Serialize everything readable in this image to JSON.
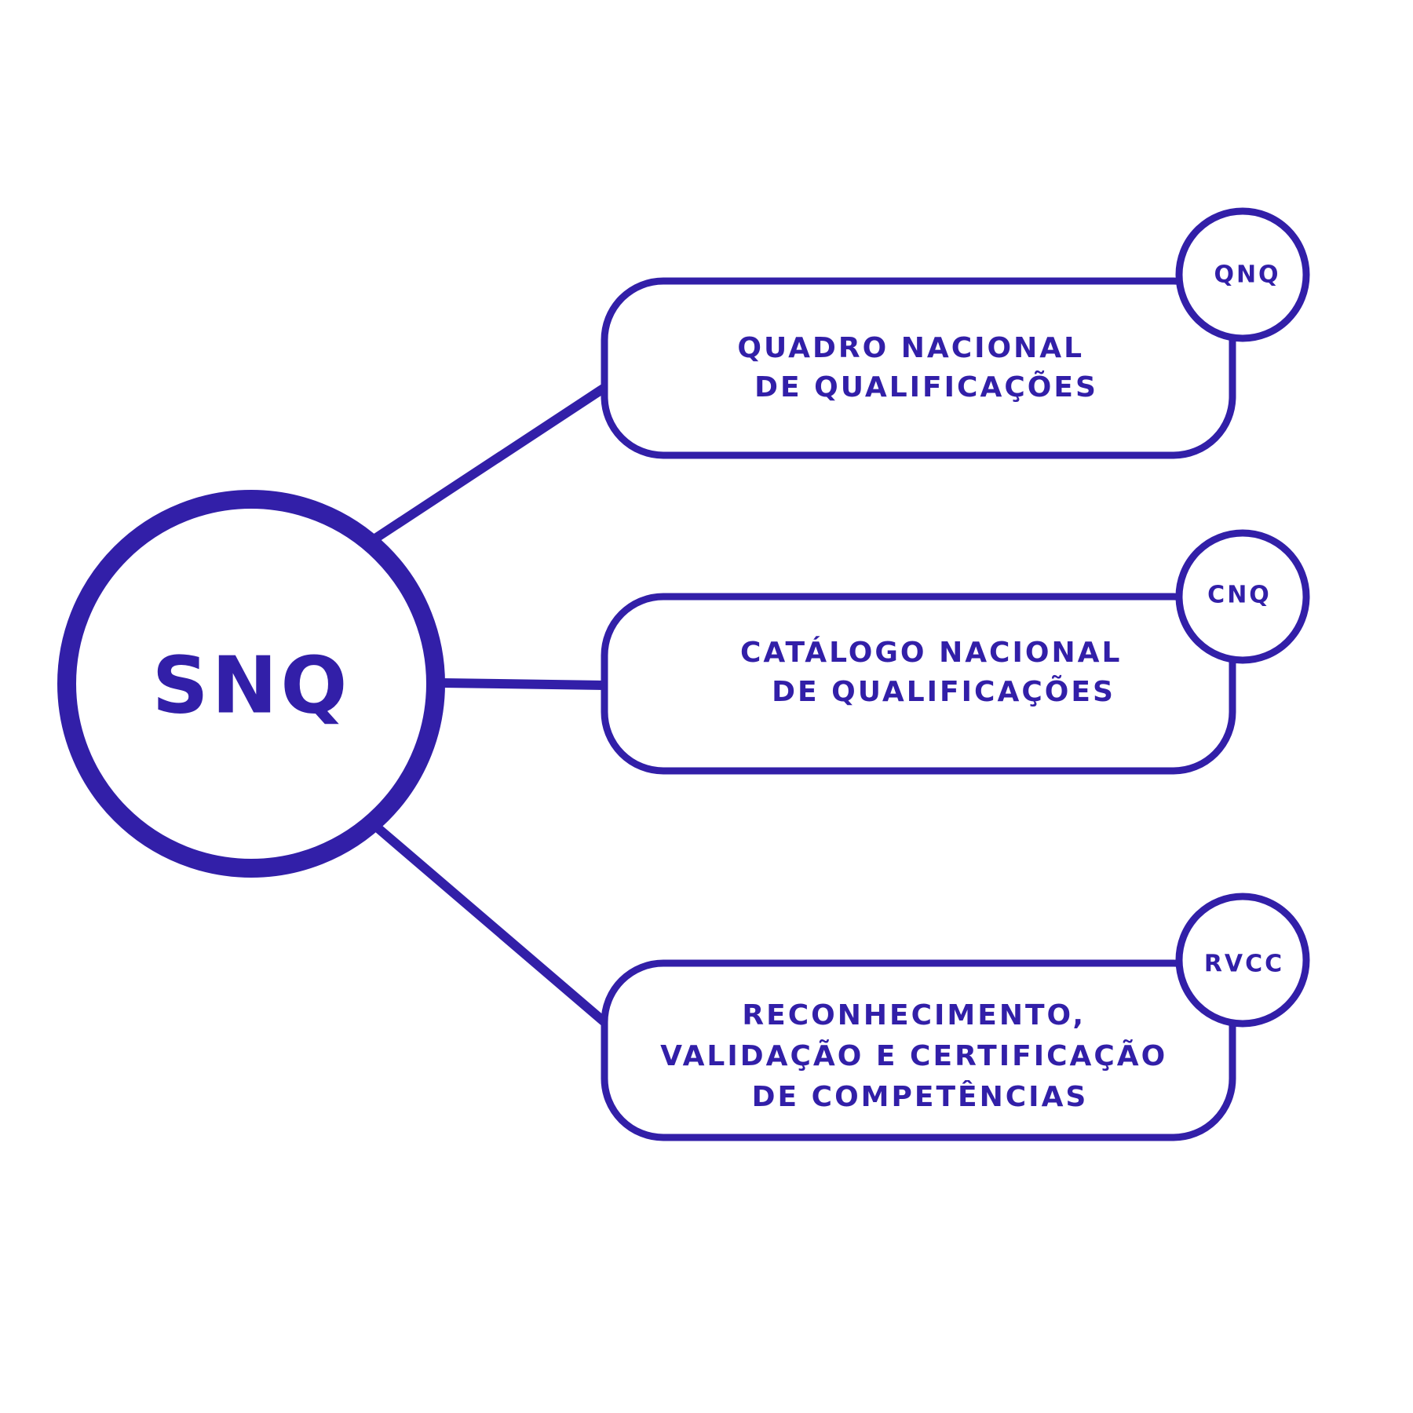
{
  "colors": {
    "primary": "#321fa8",
    "background": "#ffffff"
  },
  "hub": {
    "label": "SNQ"
  },
  "nodes": [
    {
      "id": "qnq",
      "abbr": "QNQ",
      "lines": [
        "QUADRO NACIONAL",
        "DE QUALIFICAÇÕES"
      ]
    },
    {
      "id": "cnq",
      "abbr": "CNQ",
      "lines": [
        "CATÁLOGO NACIONAL",
        "DE QUALIFICAÇÕES"
      ]
    },
    {
      "id": "rvcc",
      "abbr": "RVCC",
      "lines": [
        "RECONHECIMENTO,",
        "VALIDAÇÃO E CERTIFICAÇÃO",
        "DE COMPETÊNCIAS"
      ]
    }
  ]
}
